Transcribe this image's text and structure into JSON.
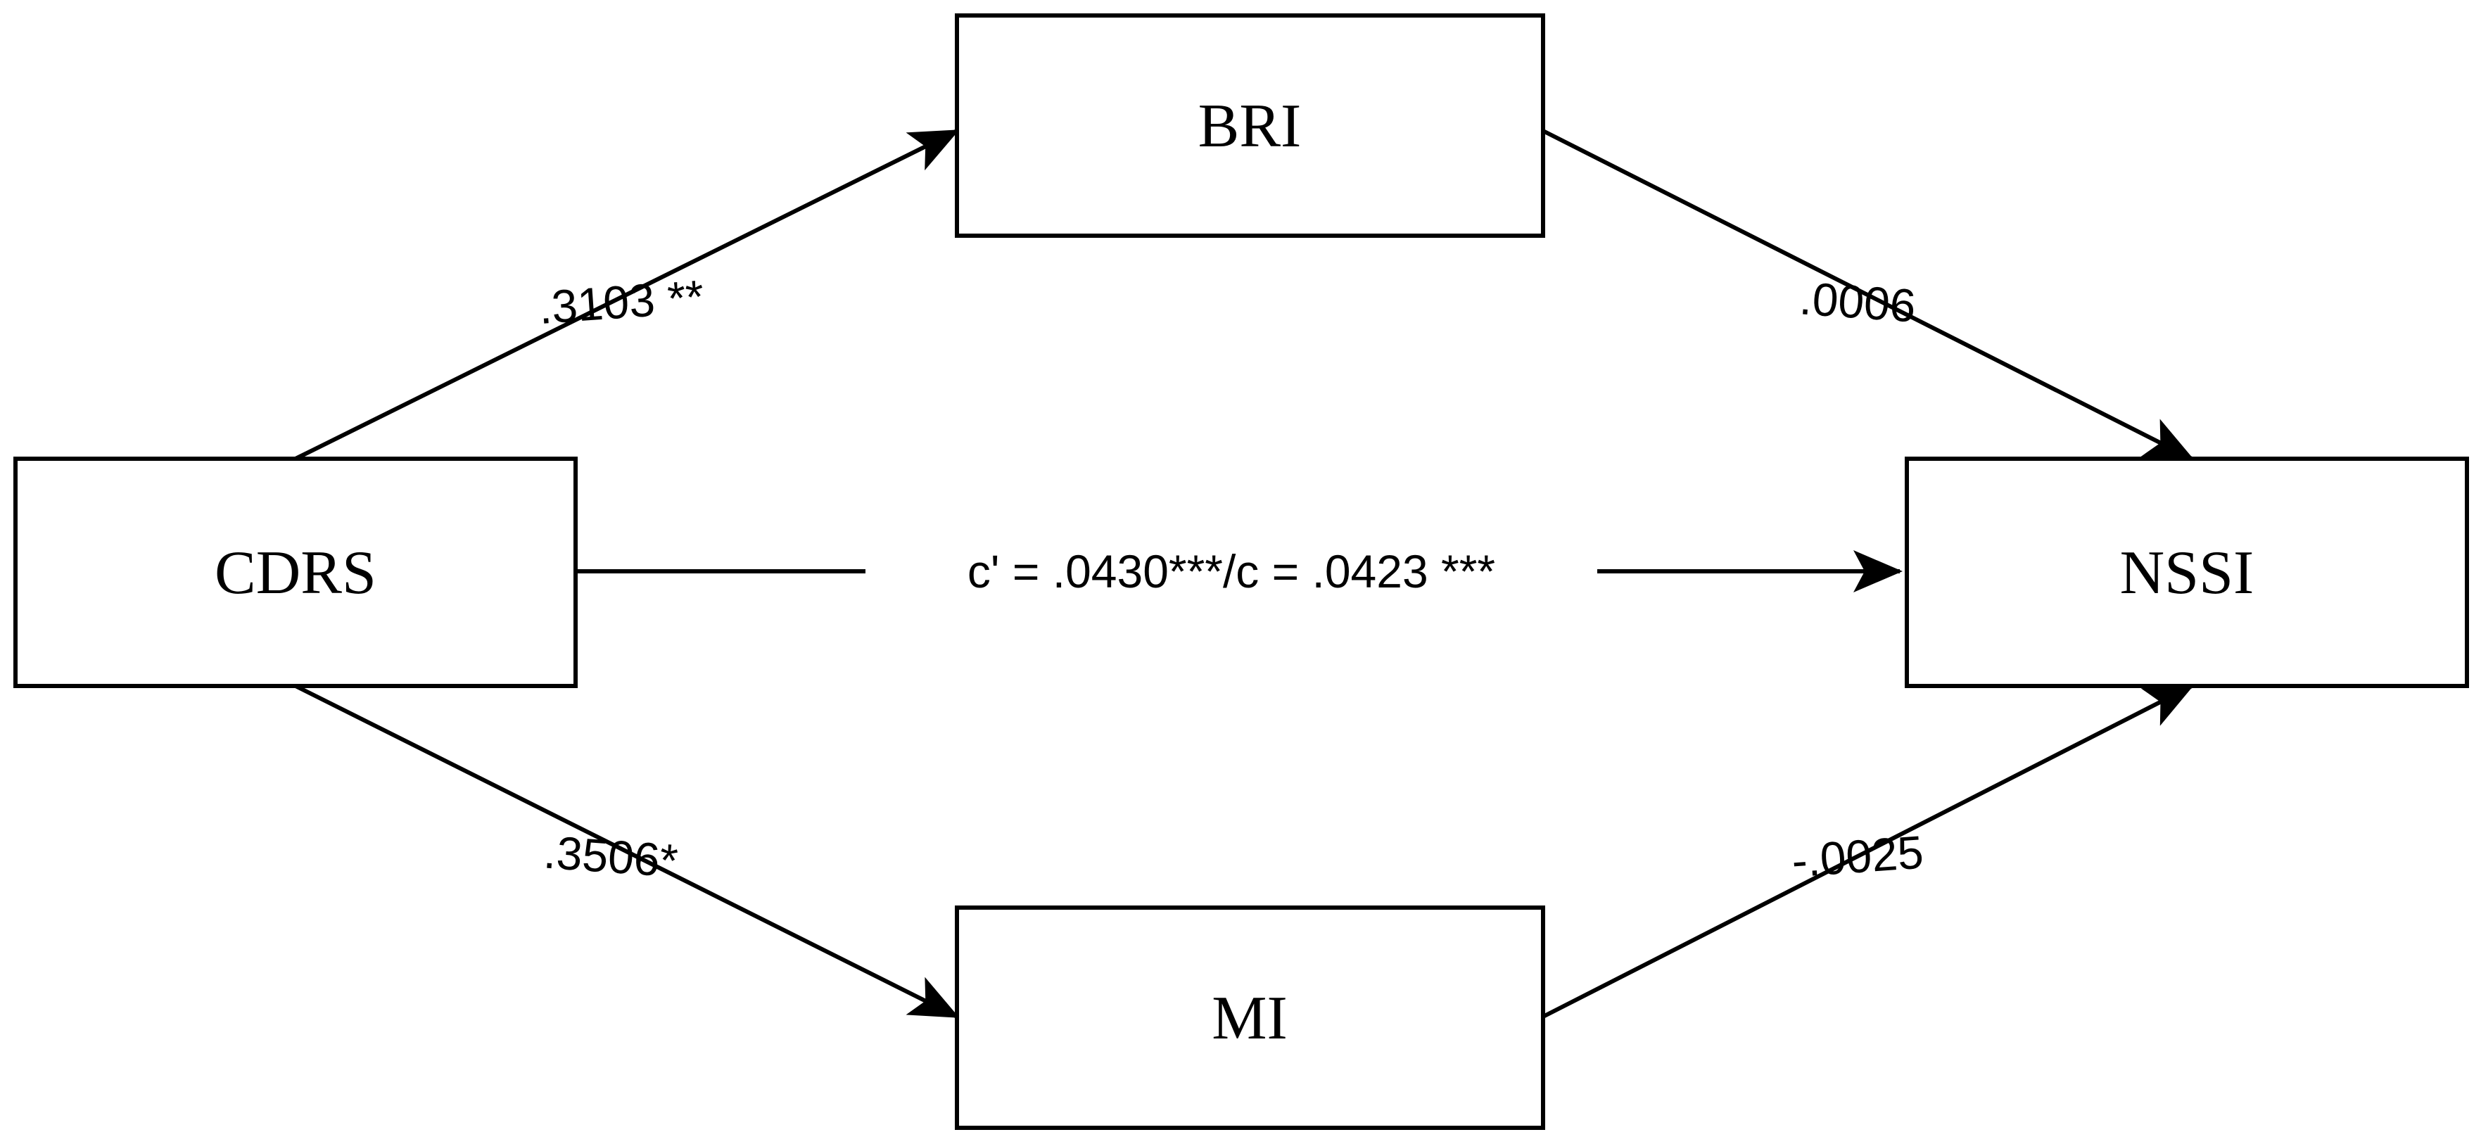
{
  "nodes": {
    "cdrs": {
      "label": "CDRS"
    },
    "bri": {
      "label": "BRI"
    },
    "mi": {
      "label": "MI"
    },
    "nssi": {
      "label": "NSSI"
    }
  },
  "paths": {
    "cdrs_bri": {
      "label": ".3103 **"
    },
    "bri_nssi": {
      "label": ".0006"
    },
    "cdrs_mi": {
      "label": ".3506*"
    },
    "mi_nssi": {
      "label": "-.0025"
    },
    "cdrs_nssi": {
      "label": "c' = .0430***/c = .0423 ***"
    }
  },
  "colors": {
    "stroke": "#000000",
    "background": "#ffffff"
  }
}
